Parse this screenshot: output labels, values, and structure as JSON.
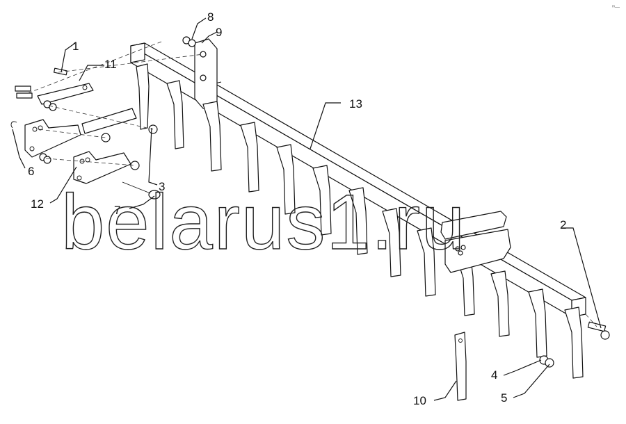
{
  "watermark": "belarus1.ru",
  "corner_mark": "ᵐ—",
  "callouts": {
    "c1": "1",
    "c2": "2",
    "c3": "3",
    "c4": "4",
    "c5": "5",
    "c6": "6",
    "c7": "7",
    "c8": "8",
    "c9": "9",
    "c10": "10",
    "c11": "11",
    "c12": "12",
    "c13": "13"
  }
}
